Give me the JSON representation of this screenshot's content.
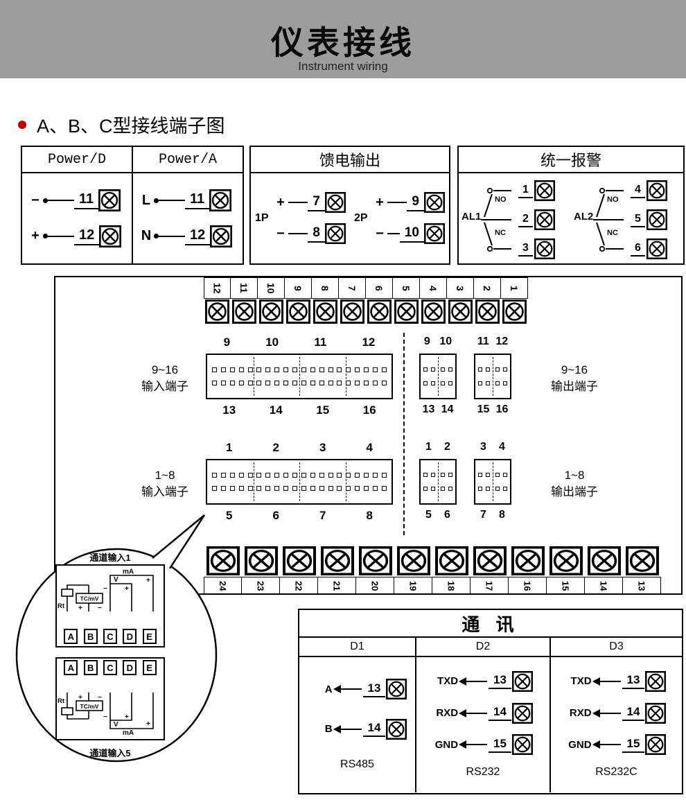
{
  "header": {
    "title": "仪表接线",
    "subtitle": "Instrument wiring"
  },
  "section_title": "A、B、C型接线端子图",
  "power": {
    "d": {
      "title": "Power/D",
      "rows": [
        {
          "sign": "−",
          "num": "11"
        },
        {
          "sign": "+",
          "num": "12"
        }
      ]
    },
    "a": {
      "title": "Power/A",
      "rows": [
        {
          "sign": "L",
          "num": "11"
        },
        {
          "sign": "N",
          "num": "12"
        }
      ]
    }
  },
  "feed": {
    "title": "馈电输出",
    "groups": [
      {
        "label": "1P",
        "rows": [
          {
            "sign": "+",
            "num": "7"
          },
          {
            "sign": "−",
            "num": "8"
          }
        ]
      },
      {
        "label": "2P",
        "rows": [
          {
            "sign": "+",
            "num": "9"
          },
          {
            "sign": "−",
            "num": "10"
          }
        ]
      }
    ]
  },
  "alarm": {
    "title": "统一报警",
    "groups": [
      {
        "label": "AL1",
        "no": "NO",
        "nc": "NC",
        "nums": [
          "1",
          "2",
          "3"
        ]
      },
      {
        "label": "AL2",
        "no": "NO",
        "nc": "NC",
        "nums": [
          "4",
          "5",
          "6"
        ]
      }
    ]
  },
  "main": {
    "top_terminals": [
      "12",
      "11",
      "10",
      "9",
      "8",
      "7",
      "6",
      "5",
      "4",
      "3",
      "2",
      "1"
    ],
    "bottom_terminals": [
      "24",
      "23",
      "22",
      "21",
      "20",
      "19",
      "18",
      "17",
      "16",
      "15",
      "14",
      "13"
    ],
    "in916": {
      "range": "9~16",
      "label": "输入端子",
      "top": [
        "9",
        "10",
        "11",
        "12"
      ],
      "bottom": [
        "13",
        "14",
        "15",
        "16"
      ]
    },
    "out916": {
      "range": "9~16",
      "label": "输出端子",
      "top": [
        "9",
        "10",
        "11",
        "12"
      ],
      "bottom": [
        "13",
        "14",
        "15",
        "16"
      ]
    },
    "in18": {
      "range": "1~8",
      "label": "输入端子",
      "top": [
        "1",
        "2",
        "3",
        "4"
      ],
      "bottom": [
        "5",
        "6",
        "7",
        "8"
      ]
    },
    "out18": {
      "range": "1~8",
      "label": "输出端子",
      "top": [
        "1",
        "2",
        "3",
        "4"
      ],
      "bottom": [
        "5",
        "6",
        "7",
        "8"
      ]
    }
  },
  "callout": {
    "ch1_title": "通道输入1",
    "ch5_title": "通道输入5",
    "terminals": [
      "A",
      "B",
      "C",
      "D",
      "E"
    ],
    "rt": "Rt",
    "tc": "TC/mV",
    "v": "V",
    "ma": "mA",
    "plus": "+",
    "minus": "−"
  },
  "comm": {
    "title": "通 讯",
    "columns": [
      {
        "name": "D1",
        "rows": [
          {
            "label": "A",
            "num": "13"
          },
          {
            "label": "B",
            "num": "14"
          }
        ],
        "protocol": "RS485"
      },
      {
        "name": "D2",
        "rows": [
          {
            "label": "TXD",
            "num": "13"
          },
          {
            "label": "RXD",
            "num": "14"
          },
          {
            "label": "GND",
            "num": "15"
          }
        ],
        "protocol": "RS232"
      },
      {
        "name": "D3",
        "rows": [
          {
            "label": "TXD",
            "num": "13"
          },
          {
            "label": "RXD",
            "num": "14"
          },
          {
            "label": "GND",
            "num": "15"
          }
        ],
        "protocol": "RS232C"
      }
    ]
  }
}
